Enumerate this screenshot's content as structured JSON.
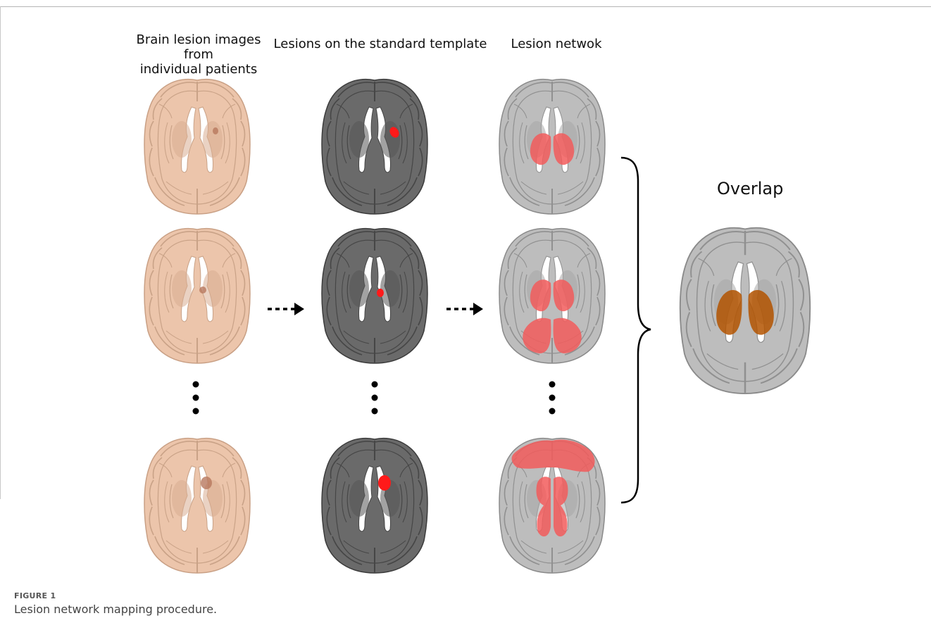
{
  "figure": {
    "headers": {
      "col1_line1": "Brain lesion images from",
      "col1_line2": "individual patients",
      "col2": "Lesions on the standard template",
      "col3": "Lesion netwok"
    },
    "overlap_title": "Overlap",
    "caption_label": "FIGURE 1",
    "caption_text": "Lesion network mapping procedure."
  },
  "colors": {
    "patient_brain": "#ecc5ab",
    "template_brain": "#6a6a6a",
    "network_brain": "#bdbdbd",
    "lesion_red": "#ff1a1a",
    "network_overlay": "#f25c5c",
    "overlap_overlay": "#b35400"
  }
}
